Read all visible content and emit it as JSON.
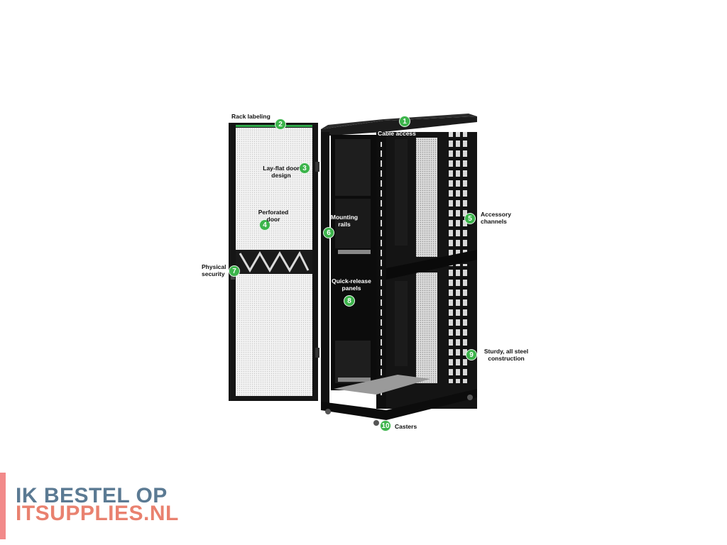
{
  "callouts": [
    {
      "num": "1",
      "label": "Cable access"
    },
    {
      "num": "2",
      "label": "Rack labeling"
    },
    {
      "num": "3",
      "label": "Lay-flat door design"
    },
    {
      "num": "4",
      "label": "Perforated door"
    },
    {
      "num": "5",
      "label": "Accessory channels"
    },
    {
      "num": "6",
      "label": "Mounting rails"
    },
    {
      "num": "7",
      "label": "Physical security"
    },
    {
      "num": "8",
      "label": "Quick-release panels"
    },
    {
      "num": "9",
      "label": "Sturdy, all steel construction"
    },
    {
      "num": "10",
      "label": "Casters"
    }
  ],
  "brand": {
    "line1": "IK BESTEL OP",
    "line2": "ITSUPPLIES.NL"
  },
  "colors": {
    "badge": "#3cb44b",
    "rack": "#121212",
    "brand_top": "#5b7a93",
    "brand_bottom": "#e9816f",
    "brand_bar": "#f28a8a"
  }
}
